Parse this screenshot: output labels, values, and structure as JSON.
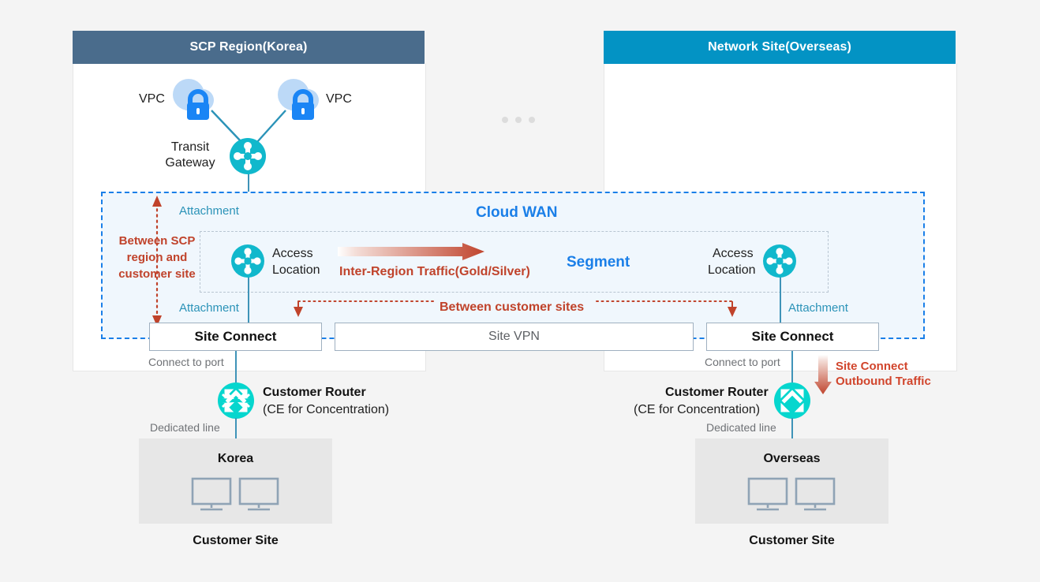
{
  "diagram": {
    "title_left": "SCP Region(Korea)",
    "title_right": "Network Site(Overseas)",
    "cloud_wan_label": "Cloud WAN",
    "segment_label": "Segment",
    "ellipsis": "…"
  },
  "left_region": {
    "vpc_left_label": "VPC",
    "vpc_right_label": "VPC",
    "transit_gateway_label_line1": "Transit",
    "transit_gateway_label_line2": "Gateway",
    "attachment_top": "Attachment",
    "attachment_bottom": "Attachment",
    "access_location_line1": "Access",
    "access_location_line2": "Location",
    "site_connect": "Site Connect",
    "connect_to_port": "Connect to port",
    "customer_router_line1": "Customer Router",
    "customer_router_line2": "(CE for Concentration)",
    "dedicated_line": "Dedicated line",
    "site_name": "Korea",
    "site_caption": "Customer Site"
  },
  "right_region": {
    "attachment": "Attachment",
    "access_location_line1": "Access",
    "access_location_line2": "Location",
    "site_connect": "Site Connect",
    "connect_to_port": "Connect to port",
    "customer_router_line1": "Customer Router",
    "customer_router_line2": "(CE for Concentration)",
    "dedicated_line": "Dedicated line",
    "site_name": "Overseas",
    "site_caption": "Customer Site",
    "outbound_traffic_line1": "Site Connect",
    "outbound_traffic_line2": "Outbound Traffic"
  },
  "center": {
    "site_vpn": "Site VPN"
  },
  "annotations": {
    "between_scp_line1": "Between SCP",
    "between_scp_line2": "region and",
    "between_scp_line3": "customer site",
    "between_customer_sites": "Between customer sites",
    "inter_region_traffic": "Inter-Region Traffic(Gold/Silver)"
  },
  "colors": {
    "header_left": "#4a6c8c",
    "header_right": "#0393c4",
    "cloud_wan_border": "#1a7fe8",
    "cloud_wan_fill": "#f0f7fd",
    "accent_blue": "#1a7fe8",
    "gateway_teal": "#11b8cc",
    "router_turquoise": "#06d6ce",
    "traffic_red": "#c0432b",
    "lock_blue": "#1a85f5",
    "cloud_blue": "#bcd9f7",
    "site_gray": "#e7e7e7",
    "line_teal": "#3f93b8",
    "monitor_gray": "#8fa3b5",
    "attachment_teal": "#2b93b8"
  }
}
